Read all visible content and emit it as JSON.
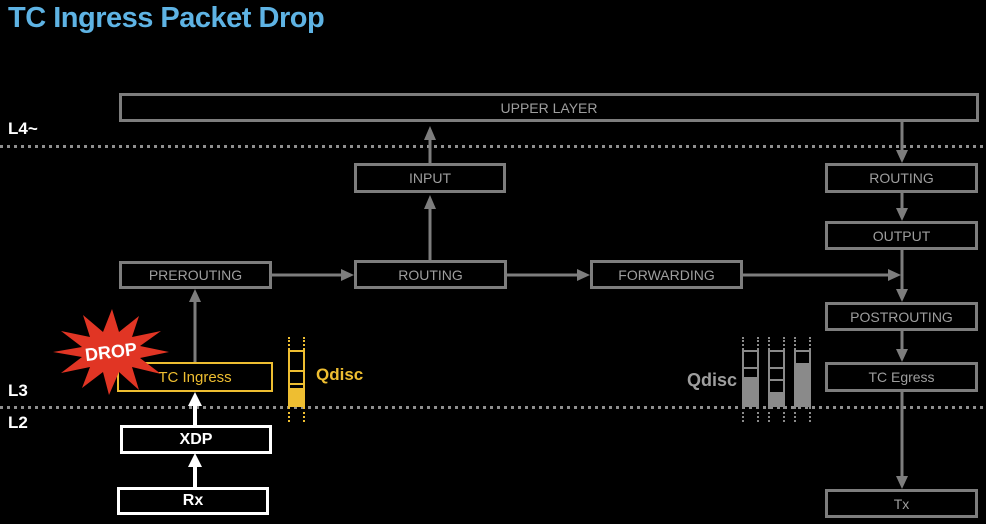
{
  "title": "TC Ingress Packet Drop",
  "layers": {
    "l4": "L4~",
    "l3": "L3",
    "l2": "L2"
  },
  "nodes": {
    "upper_layer": {
      "label": "UPPER LAYER"
    },
    "input": {
      "label": "INPUT"
    },
    "routing_center": {
      "label": "ROUTING"
    },
    "prerouting": {
      "label": "PREROUTING"
    },
    "forwarding": {
      "label": "FORWARDING"
    },
    "routing_right": {
      "label": "ROUTING"
    },
    "output": {
      "label": "OUTPUT"
    },
    "postrouting": {
      "label": "POSTROUTING"
    },
    "tc_egress": {
      "label": "TC Egress"
    },
    "tx": {
      "label": "Tx"
    },
    "tc_ingress": {
      "label": "TC Ingress"
    },
    "xdp": {
      "label": "XDP"
    },
    "rx": {
      "label": "Rx"
    }
  },
  "annotations": {
    "drop_label": "DROP",
    "qdisc_ingress_label": "Qdisc",
    "qdisc_egress_label": "Qdisc"
  },
  "colors": {
    "background": "#000000",
    "title_blue": "#5eb3e4",
    "box_border_gray": "#7d7d7d",
    "box_text_gray": "#9e9e9e",
    "accent_yellow": "#eebe31",
    "drop_red": "#e13524",
    "white": "#ffffff"
  }
}
